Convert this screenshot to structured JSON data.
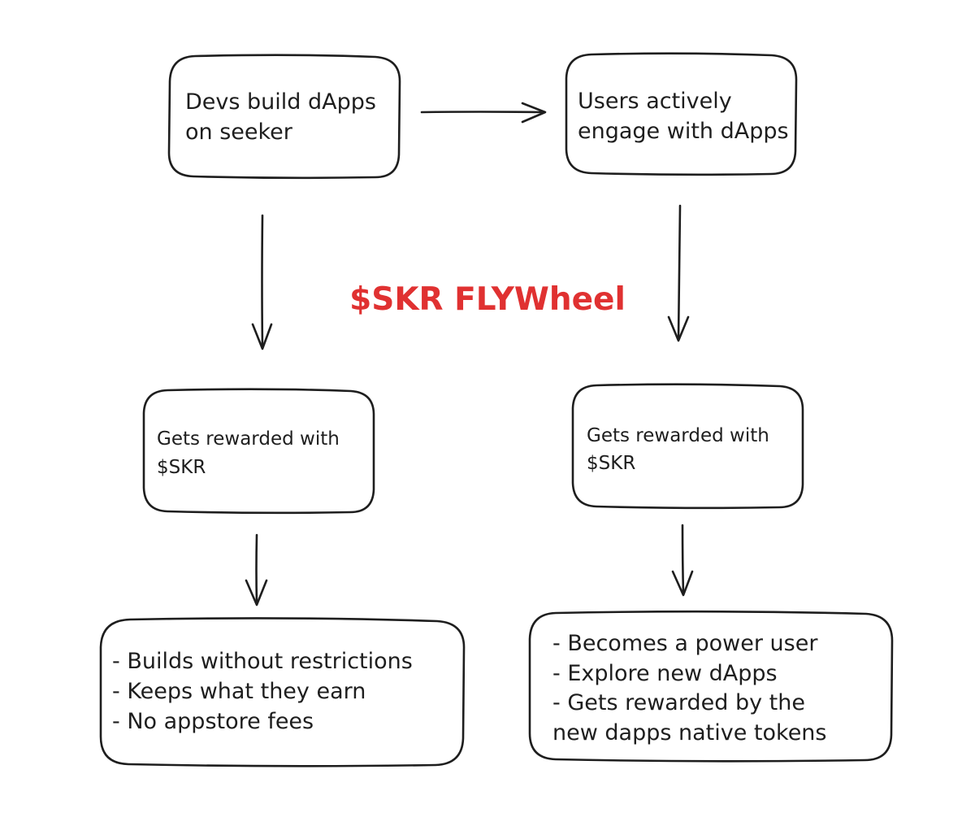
{
  "title": "$SKR FLYWheel",
  "colors": {
    "stroke": "#1e1e1e",
    "title": "#e03131",
    "background": "#ffffff"
  },
  "nodes": {
    "devs_build": {
      "lines": [
        "Devs build dApps",
        "on seeker"
      ]
    },
    "users_engage": {
      "lines": [
        "Users actively",
        "engage with dApps"
      ]
    },
    "devs_rewarded": {
      "lines": [
        "Gets rewarded with",
        "$SKR"
      ]
    },
    "users_rewarded": {
      "lines": [
        "Gets rewarded with",
        "$SKR"
      ]
    },
    "devs_benefits": {
      "lines": [
        "- Builds without restrictions",
        "- Keeps what they earn",
        "- No appstore fees"
      ]
    },
    "users_benefits": {
      "lines": [
        "- Becomes a power user",
        "- Explore new dApps",
        "- Gets rewarded by the",
        "new dapps native tokens"
      ]
    }
  }
}
